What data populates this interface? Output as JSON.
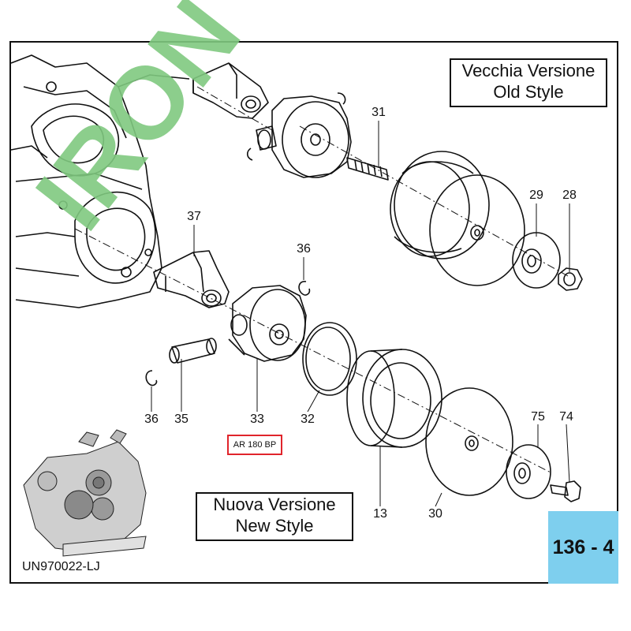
{
  "watermark": "IRON",
  "old_style": {
    "line1": "Vecchia Versione",
    "line2": "Old Style"
  },
  "new_style": {
    "line1": "Nuova Versione",
    "line2": "New Style"
  },
  "part_code": "AR 180 BP",
  "page_tag": "136 - 4",
  "doc_code": "UN970022-LJ",
  "part_numbers": {
    "p31": "31",
    "p29": "29",
    "p28": "28",
    "p37": "37",
    "p36a": "36",
    "p36b": "36",
    "p35": "35",
    "p33": "33",
    "p32": "32",
    "p13": "13",
    "p30": "30",
    "p75": "75",
    "p74": "74"
  },
  "colors": {
    "watermark": "#7fc97f",
    "page_tag_bg": "#7ecfee",
    "code_border": "#e0242b"
  }
}
